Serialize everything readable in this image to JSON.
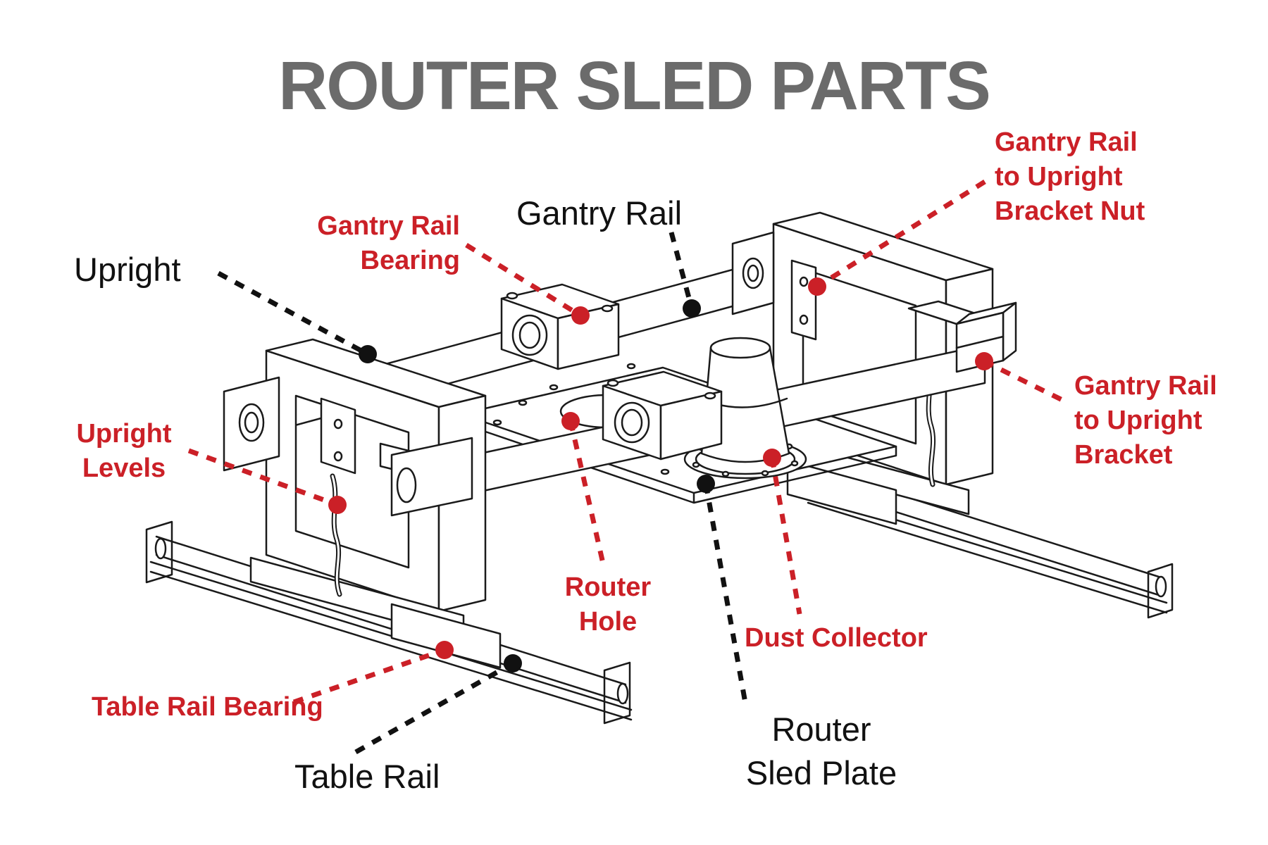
{
  "title": "ROUTER SLED PARTS",
  "colors": {
    "label_red": "#cb2027",
    "label_black": "#111111",
    "title_gray": "#6b6b6b"
  },
  "labels": {
    "upright": {
      "lines": [
        "Upright"
      ]
    },
    "gantry_rail": {
      "lines": [
        "Gantry Rail"
      ]
    },
    "gantry_rail_bearing": {
      "lines": [
        "Gantry Rail",
        "Bearing"
      ]
    },
    "gantry_rail_to_upright_bracket_nut": {
      "lines": [
        "Gantry Rail",
        "to Upright",
        "Bracket Nut"
      ]
    },
    "gantry_rail_to_upright_bracket": {
      "lines": [
        "Gantry Rail",
        "to Upright",
        "Bracket"
      ]
    },
    "upright_levels": {
      "lines": [
        "Upright",
        "Levels"
      ]
    },
    "router_hole": {
      "lines": [
        "Router",
        "Hole"
      ]
    },
    "dust_collector": {
      "lines": [
        "Dust Collector"
      ]
    },
    "router_sled_plate": {
      "lines": [
        "Router",
        "Sled Plate"
      ]
    },
    "table_rail_bearing": {
      "lines": [
        "Table Rail Bearing"
      ]
    },
    "table_rail": {
      "lines": [
        "Table Rail"
      ]
    }
  }
}
